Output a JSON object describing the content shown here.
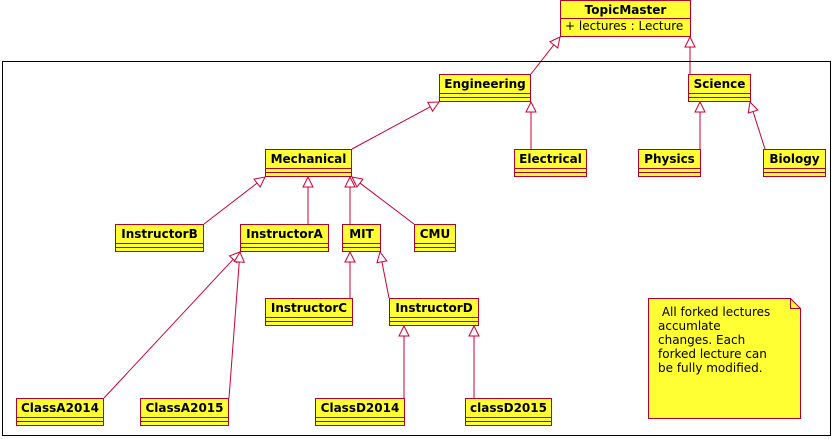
{
  "diagram": {
    "classes": {
      "topicmaster": {
        "name": "TopicMaster",
        "attribute": "+ lectures : Lecture"
      },
      "engineering": {
        "name": "Engineering"
      },
      "science": {
        "name": "Science"
      },
      "mechanical": {
        "name": "Mechanical"
      },
      "electrical": {
        "name": "Electrical"
      },
      "physics": {
        "name": "Physics"
      },
      "biology": {
        "name": "Biology"
      },
      "instructorb": {
        "name": "InstructorB"
      },
      "instructora": {
        "name": "InstructorA"
      },
      "mit": {
        "name": "MIT"
      },
      "cmu": {
        "name": "CMU"
      },
      "instructorc": {
        "name": "InstructorC"
      },
      "instructord": {
        "name": "InstructorD"
      },
      "classa2014": {
        "name": "ClassA2014"
      },
      "classa2015": {
        "name": "ClassA2015"
      },
      "classd2014": {
        "name": "ClassD2014"
      },
      "classd2015": {
        "name": "classD2015"
      }
    },
    "note": {
      "text": " All forked lectures\naccumlate\nchanges. Each\nforked lecture can\nbe fully modified."
    },
    "colors": {
      "class_fill": "#ffff33",
      "class_border": "#b3002d",
      "edge": "#cc0033",
      "frame": "#000000"
    },
    "generalizations": [
      [
        "engineering",
        "topicmaster"
      ],
      [
        "science",
        "topicmaster"
      ],
      [
        "mechanical",
        "engineering"
      ],
      [
        "electrical",
        "engineering"
      ],
      [
        "physics",
        "science"
      ],
      [
        "biology",
        "science"
      ],
      [
        "instructorb",
        "mechanical"
      ],
      [
        "instructora",
        "mechanical"
      ],
      [
        "mit",
        "mechanical"
      ],
      [
        "cmu",
        "mechanical"
      ],
      [
        "instructorc",
        "mit"
      ],
      [
        "instructord",
        "mit"
      ],
      [
        "classa2014",
        "instructora"
      ],
      [
        "classa2015",
        "instructora"
      ],
      [
        "classd2014",
        "instructord"
      ],
      [
        "classd2015",
        "instructord"
      ]
    ]
  }
}
